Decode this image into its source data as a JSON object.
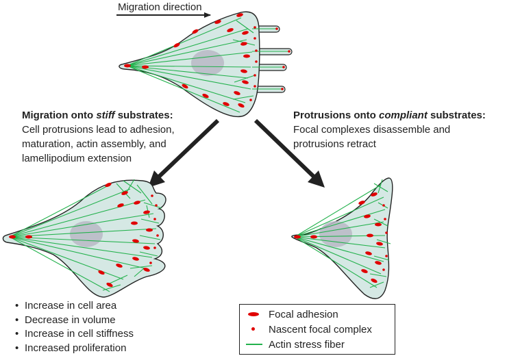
{
  "migration_label": "Migration direction",
  "stiff": {
    "heading_pre": "Migration onto ",
    "heading_em": "stiff",
    "heading_post": " substrates:",
    "lines": [
      "Cell protrusions lead to adhesion,",
      "maturation, actin assembly, and",
      "lamellipodium extension"
    ]
  },
  "compliant": {
    "heading_pre": "Protrusions onto ",
    "heading_em": "compliant",
    "heading_post": " substrates:",
    "lines": [
      "Focal complexes disassemble and",
      "protrusions retract"
    ]
  },
  "effects": [
    "Increase in cell area",
    "Decrease in volume",
    "Increase in cell stiffness",
    "Increased proliferation"
  ],
  "legend": {
    "focal_adhesion": "Focal adhesion",
    "nascent_focal_complex": "Nascent focal complex",
    "actin_stress_fiber": "Actin stress fiber"
  },
  "colors": {
    "cell_fill": "#d5e8e4",
    "nucleus": "#b8b8c6",
    "adhesion": "#e00000",
    "fiber": "#22b14c",
    "outline": "#222222",
    "arrow": "#222222"
  }
}
